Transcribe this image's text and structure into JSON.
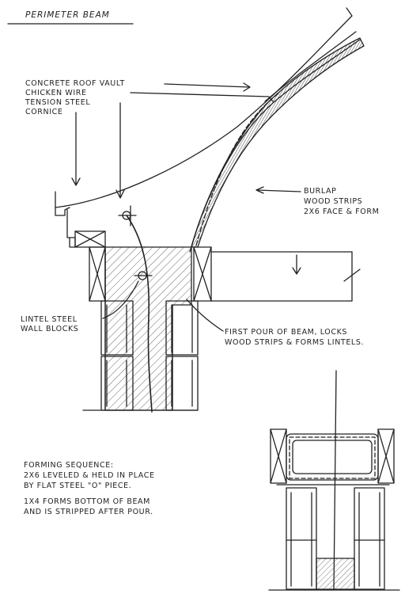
{
  "title": "PERIMETER BEAM",
  "labels": {
    "concrete_roof_vault": "CONCRETE ROOF VAULT",
    "chicken_wire": "CHICKEN WIRE",
    "tension_steel": "TENSION STEEL",
    "cornice": "CORNICE",
    "burlap": "BURLAP",
    "wood_strips": "WOOD STRIPS",
    "face_form": "2x6 FACE & FORM",
    "lintel_steel": "LINTEL STEEL",
    "wall_blocks": "WALL BLOCKS",
    "first_pour_1": "FIRST POUR OF BEAM, LOCKS",
    "first_pour_2": "WOOD STRIPS & FORMS LINTELS."
  },
  "notes": {
    "line1": "FORMING SEQUENCE:",
    "line2": "2x6 LEVELED & HELD IN PLACE",
    "line3": "BY FLAT STEEL \"O\" PIECE.",
    "line4": "1x4 FORMS BOTTOM OF BEAM",
    "line5": "AND IS STRIPPED AFTER POUR."
  },
  "colors": {
    "ink": "#222222",
    "paper": "#ffffff"
  }
}
